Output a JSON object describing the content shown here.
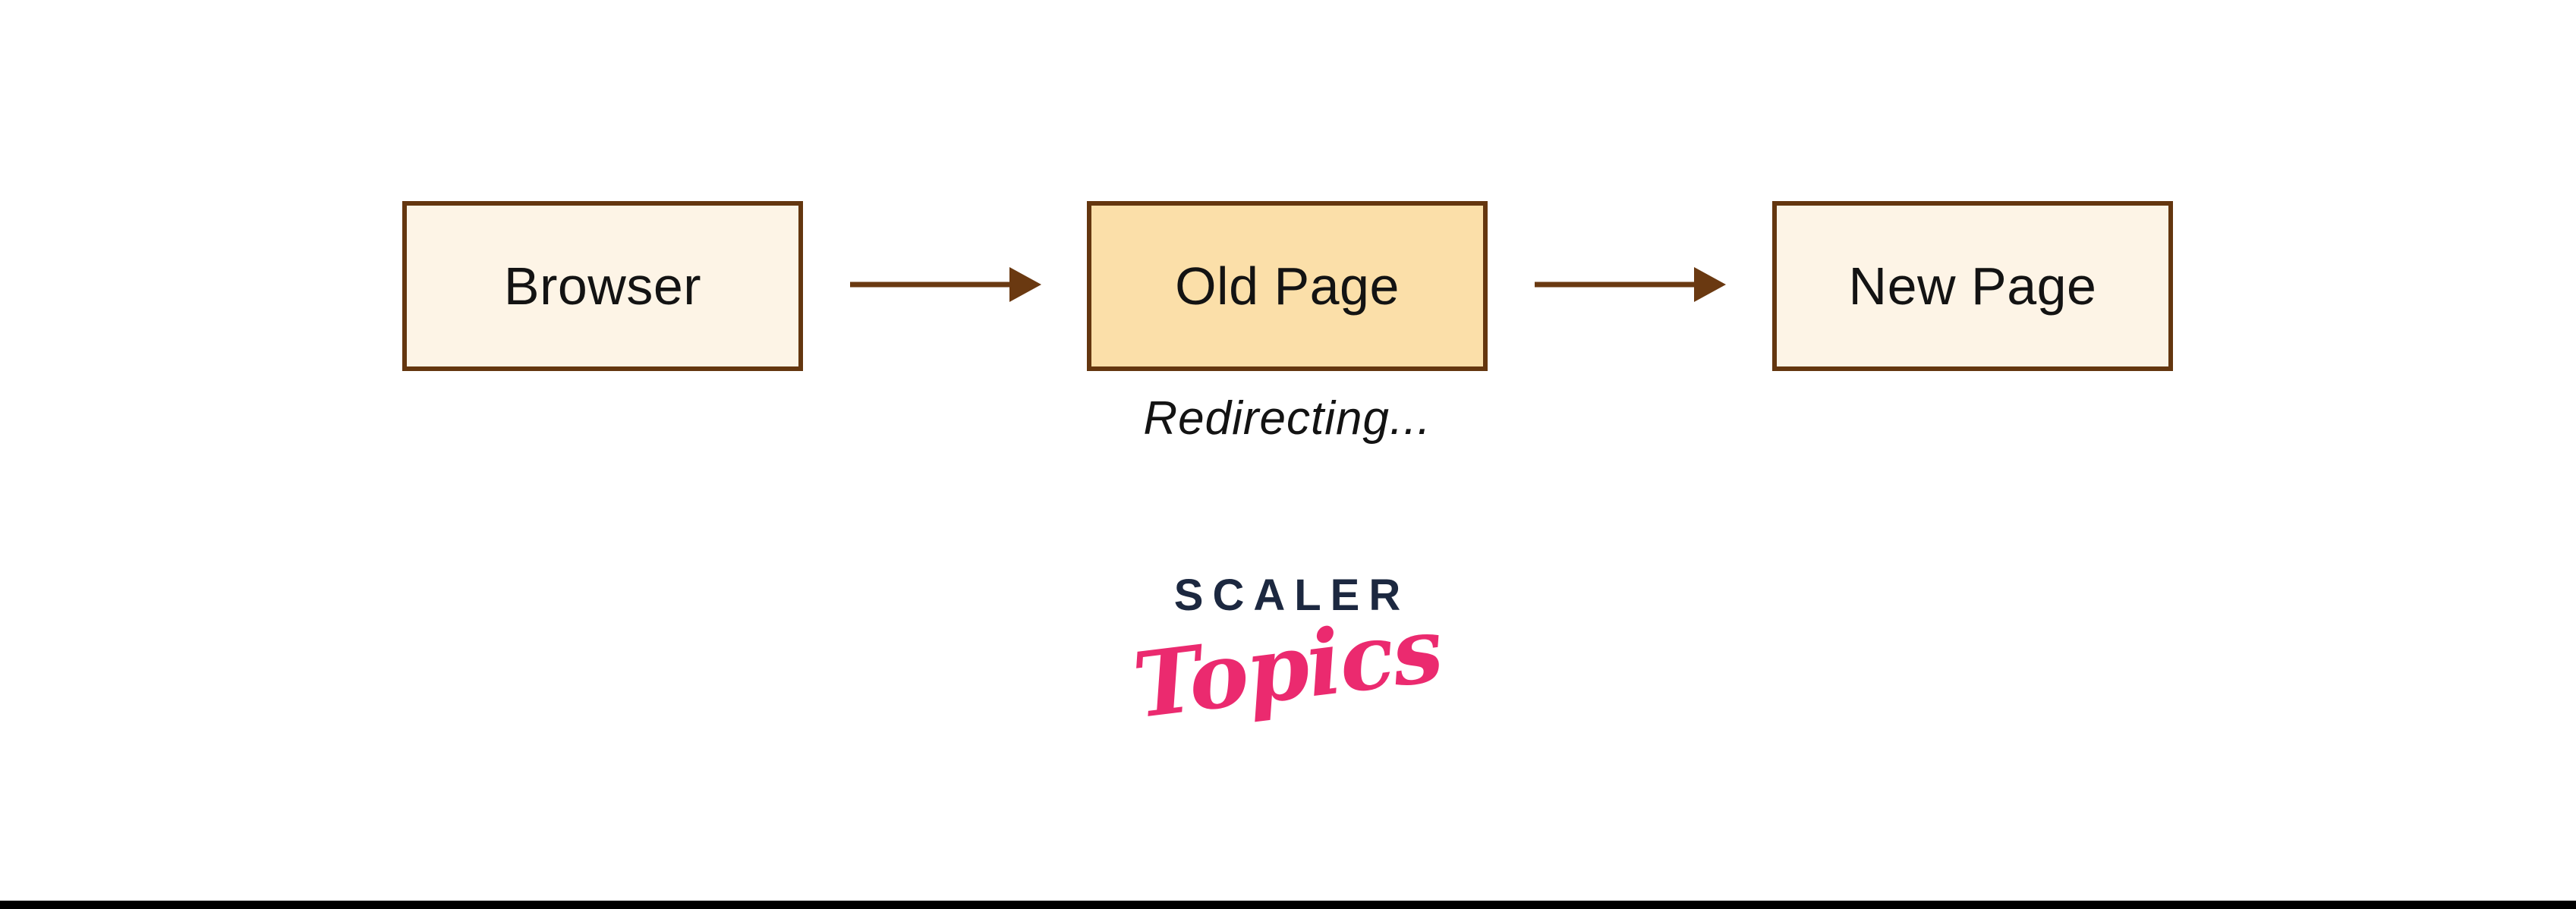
{
  "diagram": {
    "nodes": [
      {
        "id": "browser",
        "label": "Browser",
        "emphasis": "normal"
      },
      {
        "id": "old-page",
        "label": "Old Page",
        "emphasis": "highlight"
      },
      {
        "id": "new-page",
        "label": "New Page",
        "emphasis": "normal"
      }
    ],
    "connectors": [
      {
        "from": "browser",
        "to": "old-page",
        "type": "arrow-right"
      },
      {
        "from": "old-page",
        "to": "new-page",
        "type": "arrow-right"
      }
    ],
    "caption": "Redirecting..."
  },
  "logo": {
    "primary": "SCALER",
    "secondary": "Topics"
  },
  "colors": {
    "node_fill": "#FDF4E6",
    "node_fill_highlight": "#FBDFA9",
    "node_border": "#64360F",
    "arrow": "#6A3911",
    "text": "#131313",
    "logo_primary": "#1C2840",
    "logo_secondary": "#EB2A6F",
    "footer_bar": "#000000",
    "background": "#FFFFFF"
  }
}
